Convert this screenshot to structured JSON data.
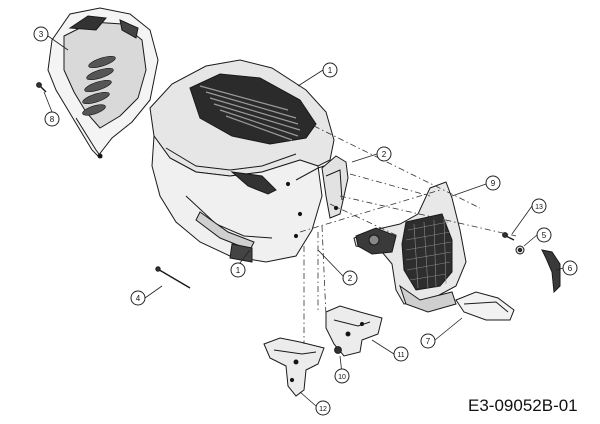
{
  "drawing": {
    "code": "E3-09052B-01"
  },
  "callouts": [
    {
      "label": "1"
    },
    {
      "label": "1"
    },
    {
      "label": "2"
    },
    {
      "label": "2"
    },
    {
      "label": "3"
    },
    {
      "label": "4"
    },
    {
      "label": "5"
    },
    {
      "label": "6"
    },
    {
      "label": "7"
    },
    {
      "label": "8"
    },
    {
      "label": "9"
    },
    {
      "label": "10"
    },
    {
      "label": "11"
    },
    {
      "label": "12"
    },
    {
      "label": "13"
    }
  ],
  "parts": [
    {
      "icon": "hood-icon"
    },
    {
      "icon": "fender-panel-icon"
    },
    {
      "icon": "grille-icon"
    },
    {
      "icon": "headlight-lens-icon"
    },
    {
      "icon": "side-trim-icon"
    },
    {
      "icon": "cable-rod-icon"
    },
    {
      "icon": "hinge-bracket-icon"
    },
    {
      "icon": "screw-icon"
    },
    {
      "icon": "nut-icon"
    }
  ]
}
